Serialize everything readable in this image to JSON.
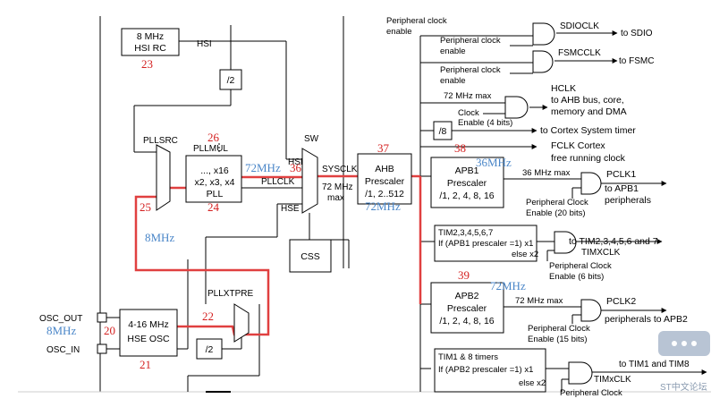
{
  "colors": {
    "highlight_path": "#e04040",
    "red_number": "#d42020",
    "blue_frequency": "#4a86c8",
    "line": "#000000",
    "watermark": "#8a9bb0"
  },
  "blocks": {
    "hsi_rc": [
      "8 MHz",
      "HSI RC"
    ],
    "div2_hsi": "/2",
    "pllsrc": "PLLSRC",
    "pllmul_title": "PLLMUL",
    "pll": [
      "..., x16",
      "x2, x3, x4",
      "PLL"
    ],
    "sw": "SW",
    "ahb": [
      "AHB",
      "Prescaler",
      "/1, 2..512"
    ],
    "apb1": [
      "APB1",
      "Prescaler",
      "/1, 2, 4, 8, 16"
    ],
    "apb2": [
      "APB2",
      "Prescaler",
      "/1, 2, 4, 8, 16"
    ],
    "div8": "/8",
    "css": "CSS",
    "hse_osc": [
      "4-16 MHz",
      "HSE OSC"
    ],
    "div2_hse": "/2",
    "pllxtpre": "PLLXTPRE",
    "tim234567": [
      "TIM2,3,4,5,6,7",
      "If (APB1 prescaler =1) x1",
      "else  x2"
    ],
    "tim18": [
      "TIM1 & 8 timers",
      "If (APB2 prescaler =1) x1",
      "else x2"
    ]
  },
  "labels": {
    "hsi": "HSI",
    "hsi2": "HSI",
    "pllclk": "PLLCLK",
    "hse": "HSE",
    "sysclk": "SYSCLK",
    "sysclk_max": [
      "72 MHz",
      "max"
    ],
    "osc_out": "OSC_OUT",
    "osc_in": "OSC_IN",
    "periph_enable_1": [
      "Peripheral clock",
      "enable"
    ],
    "periph_enable_2": [
      "Peripheral clock",
      "enable"
    ],
    "periph_enable_3": [
      "Peripheral clock",
      "enable"
    ],
    "hclk_max": "72 MHz max",
    "clock_enable_4": [
      "Clock",
      "Enable (4 bits)"
    ],
    "apb1_max": "36 MHz max",
    "periph_enable_20": [
      "Peripheral Clock",
      "Enable (20 bits)"
    ],
    "periph_enable_6": [
      "Peripheral Clock",
      "Enable (6 bits)"
    ],
    "apb2_max": "72 MHz max",
    "periph_enable_15": [
      "Peripheral Clock",
      "Enable (15 bits)"
    ],
    "periph_cut": "Peripheral Clock"
  },
  "outputs": {
    "sdioclk": "SDIOCLK",
    "to_sdio": "to SDIO",
    "fsmcclk": "FSMCCLK",
    "to_fsmc": "to FSMC",
    "hclk": [
      "HCLK",
      "to AHB bus, core,",
      "memory and DMA"
    ],
    "cortex_timer": "to Cortex System timer",
    "fclk": [
      "FCLK Cortex",
      "free running clock"
    ],
    "pclk1": "PCLK1",
    "to_apb1": [
      "to APB1",
      "peripherals"
    ],
    "to_tim2": "to TIM2,3,4,5,6 and 7",
    "timxclk": "TIMXCLK",
    "pclk2": "PCLK2",
    "to_apb2": "peripherals to APB2",
    "to_tim18": "to TIM1 and TIM8",
    "timxclk2": "TIMxCLK"
  },
  "annotations_red": {
    "n23": "23",
    "n26": "26",
    "n36": "36",
    "n37": "37",
    "n38": "38",
    "n25": "25",
    "n24": "24",
    "n22": "22",
    "n20": "20",
    "n21": "21",
    "n39": "39"
  },
  "annotations_blue": {
    "f_pll": "72MHz",
    "f_apb1": "36MHz",
    "f_ahb": "72MHz",
    "f_8mhz": "8MHz",
    "f_apb2": "72MHz",
    "f_osc": "8MHz"
  },
  "watermark": "ST中文论坛"
}
